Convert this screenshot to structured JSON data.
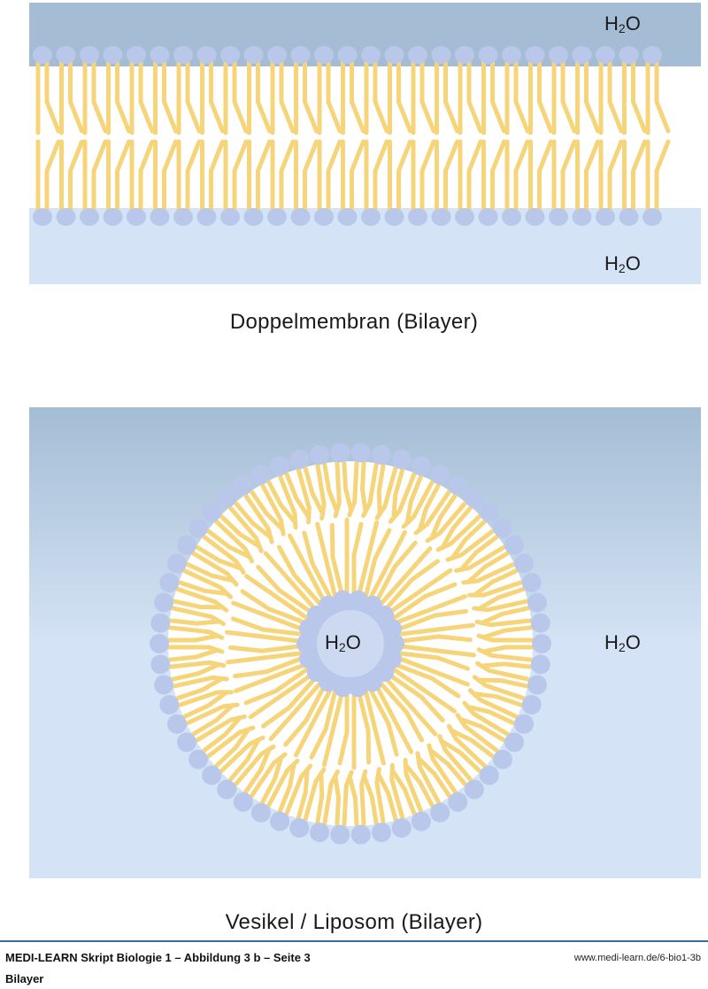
{
  "colors": {
    "water_dark": "#a4bdd4",
    "water_light": "#d4e3f5",
    "head": "#b9c8ea",
    "tail": "#f5d47a"
  },
  "bilayer": {
    "water_top_label": {
      "main": "H",
      "sub": "2",
      "end": "O"
    },
    "water_bottom_label": {
      "main": "H",
      "sub": "2",
      "end": "O"
    },
    "caption": "Doppelmembran (Bilayer)"
  },
  "vesicle": {
    "inner_label": {
      "main": "H",
      "sub": "2",
      "end": "O"
    },
    "outer_label": {
      "main": "H",
      "sub": "2",
      "end": "O"
    },
    "caption": "Vesikel / Liposom (Bilayer)"
  },
  "footer": {
    "title": "MEDI-LEARN Skript Biologie 1 – Abbildung 3 b – Seite 3",
    "url": "www.medi-learn.de/6-bio1-3b",
    "subtitle": "Bilayer"
  }
}
